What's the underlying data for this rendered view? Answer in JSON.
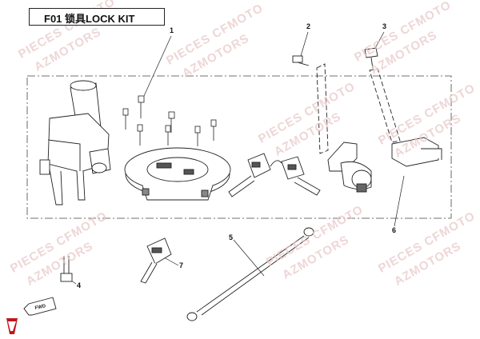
{
  "header": {
    "title": "F01  锁具LOCK KIT"
  },
  "callouts": [
    "1",
    "2",
    "3",
    "4",
    "5",
    "6",
    "7"
  ],
  "watermark": {
    "line1": "PIECES CFMOTO",
    "line2": "AZMOTORS"
  },
  "fwd_label": "FWD",
  "colors": {
    "line": "#222222",
    "watermark": "#e9c9c9",
    "logo": "#c0171d"
  }
}
